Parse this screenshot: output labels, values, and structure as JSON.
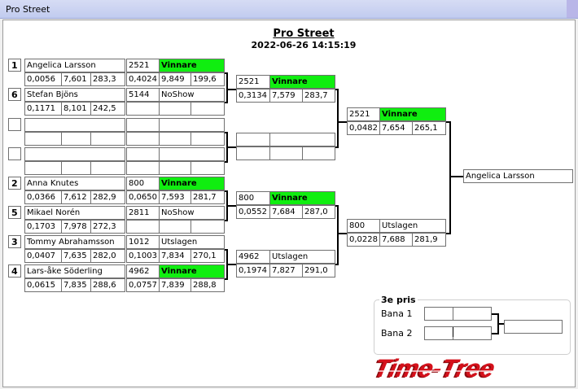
{
  "window": {
    "title": "Pro Street"
  },
  "header": {
    "title": "Pro Street",
    "datetime": "2022-06-26 14:15:19"
  },
  "round1": [
    {
      "seed": "1",
      "name": "Angelica Larsson",
      "r1": "0,0056",
      "r2": "7,601",
      "r3": "283,3",
      "num": "2521",
      "result": "Vinnare",
      "s1": "0,4024",
      "s2": "9,849",
      "s3": "199,6"
    },
    {
      "seed": "6",
      "name": "Stefan Bjöns",
      "r1": "0,1171",
      "r2": "8,101",
      "r3": "242,5",
      "num": "5144",
      "result": "NoShow",
      "s1": "",
      "s2": "",
      "s3": ""
    },
    {
      "seed": "",
      "name": "",
      "r1": "",
      "r2": "",
      "r3": "",
      "num": "",
      "result": "",
      "s1": "",
      "s2": "",
      "s3": ""
    },
    {
      "seed": "",
      "name": "",
      "r1": "",
      "r2": "",
      "r3": "",
      "num": "",
      "result": "",
      "s1": "",
      "s2": "",
      "s3": ""
    },
    {
      "seed": "2",
      "name": "Anna Knutes",
      "r1": "0,0366",
      "r2": "7,612",
      "r3": "282,9",
      "num": "800",
      "result": "Vinnare",
      "s1": "0,0650",
      "s2": "7,593",
      "s3": "281,7"
    },
    {
      "seed": "5",
      "name": "Mikael Norén",
      "r1": "0,1703",
      "r2": "7,978",
      "r3": "272,3",
      "num": "2811",
      "result": "NoShow",
      "s1": "",
      "s2": "",
      "s3": ""
    },
    {
      "seed": "3",
      "name": "Tommy Abrahamsson",
      "r1": "0,0407",
      "r2": "7,635",
      "r3": "282,0",
      "num": "1012",
      "result": "Utslagen",
      "s1": "0,1003",
      "s2": "7,834",
      "s3": "270,1"
    },
    {
      "seed": "4",
      "name": "Lars-åke Söderling",
      "r1": "0,0615",
      "r2": "7,835",
      "r3": "288,6",
      "num": "4962",
      "result": "Vinnare",
      "s1": "0,0757",
      "s2": "7,839",
      "s3": "288,8"
    }
  ],
  "round2": [
    {
      "num": "2521",
      "result": "Vinnare",
      "s1": "0,3134",
      "s2": "7,579",
      "s3": "283,7"
    },
    {
      "num": "",
      "result": "",
      "s1": "",
      "s2": "",
      "s3": ""
    },
    {
      "num": "800",
      "result": "Vinnare",
      "s1": "0,0552",
      "s2": "7,684",
      "s3": "287,0"
    },
    {
      "num": "4962",
      "result": "Utslagen",
      "s1": "0,1974",
      "s2": "7,827",
      "s3": "291,0"
    }
  ],
  "round3": [
    {
      "num": "2521",
      "result": "Vinnare",
      "s1": "0,0482",
      "s2": "7,654",
      "s3": "265,1"
    },
    {
      "num": "800",
      "result": "Utslagen",
      "s1": "0,0228",
      "s2": "7,688",
      "s3": "281,9"
    }
  ],
  "winner": {
    "name": "Angelica Larsson"
  },
  "third_place": {
    "title": "3e pris",
    "lane1": "Bana 1",
    "lane2": "Bana 2"
  },
  "logo": {
    "text": "Time-Tree"
  },
  "colors": {
    "winner_green": "#10ee10",
    "logo_red": "#d4111b"
  }
}
